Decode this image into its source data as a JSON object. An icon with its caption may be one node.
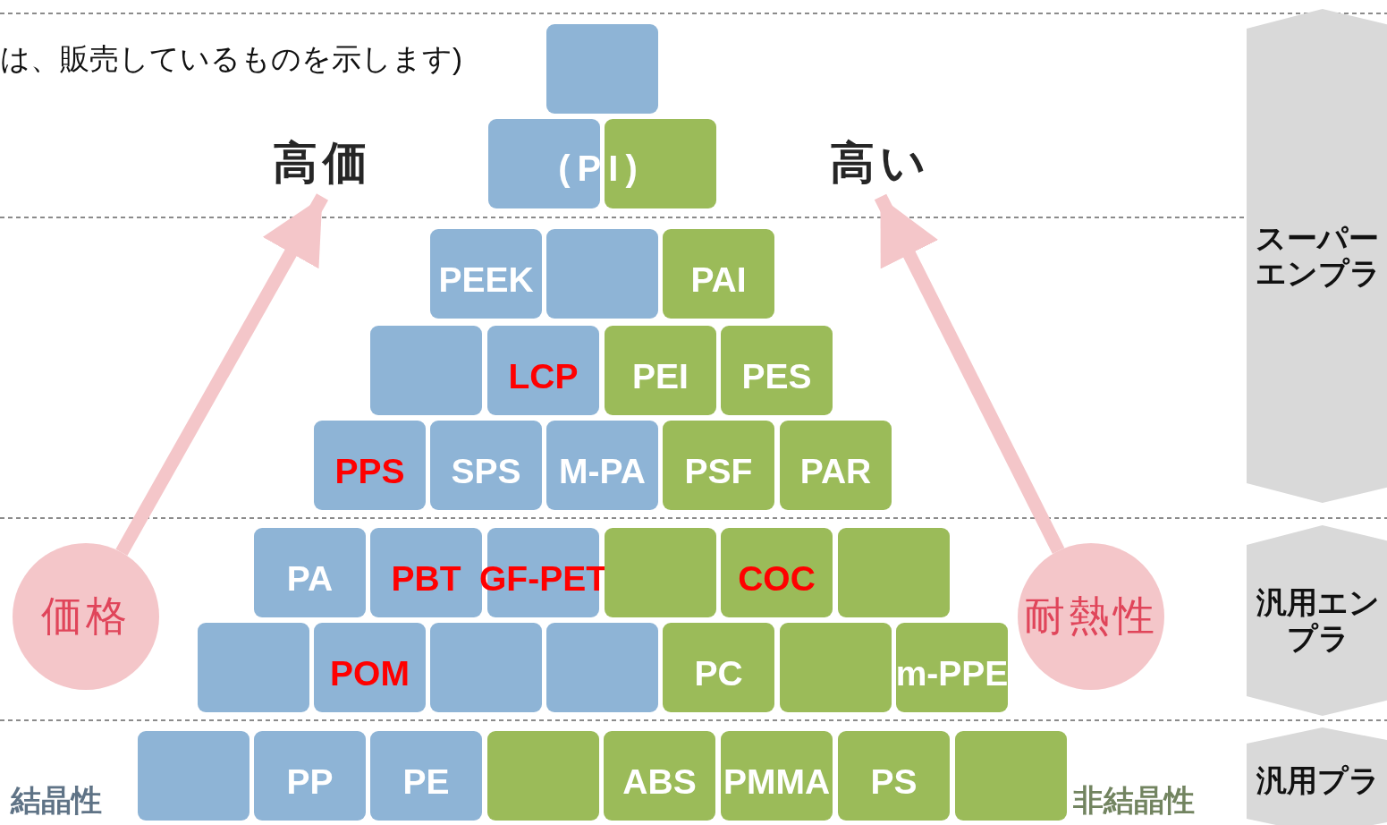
{
  "diagram": {
    "nodes": [
      {
        "text": [],
        "shape": "box"
      },
      {
        "text": [],
        "shape": "box"
      },
      {
        "text": [],
        "shape": "box"
      },
      {
        "text": [
          "高価"
        ]
      },
      {
        "text": [
          "高い"
        ]
      },
      {
        "text": [
          "スーパーエンプラ"
        ]
      },
      {
        "text": [
          "PEEK"
        ]
      },
      {
        "text": [],
        "shape": "box"
      },
      {
        "text": [
          "PAI"
        ]
      },
      {
        "text": [],
        "shape": "box"
      },
      {
        "text": [
          "LCP"
        ]
      },
      {
        "text": [
          "PEI"
        ]
      },
      {
        "text": [
          "PES"
        ]
      },
      {
        "text": [
          "PPS"
        ]
      },
      {
        "text": [
          "SPS"
        ]
      },
      {
        "text": [
          "M-PA"
        ]
      },
      {
        "text": [
          "PSF"
        ]
      },
      {
        "text": [
          "PAR"
        ]
      },
      {
        "text": [
          "PA"
        ]
      },
      {
        "text": [
          "PBT"
        ]
      },
      {
        "text": [
          "GF-PET"
        ]
      },
      {
        "text": [],
        "shape": "box"
      },
      {
        "text": [
          "COC"
        ]
      },
      {
        "text": [],
        "shape": "box"
      },
      {
        "text": [
          "汎用エンプラ"
        ]
      },
      {
        "text": [
          "価格"
        ]
      },
      {
        "text": [
          "耐熱性"
        ]
      },
      {
        "text": [],
        "shape": "box"
      },
      {
        "text": [
          "POM"
        ]
      },
      {
        "text": [],
        "shape": "box"
      },
      {
        "text": [],
        "shape": "box"
      },
      {
        "text": [
          "PC"
        ]
      },
      {
        "text": [],
        "shape": "box"
      },
      {
        "text": [
          "m-PPE"
        ]
      },
      {
        "text": [],
        "shape": "box"
      },
      {
        "text": [
          "PP"
        ]
      },
      {
        "text": [
          "PE"
        ]
      },
      {
        "text": [],
        "shape": "box"
      },
      {
        "text": [
          "ABS"
        ]
      },
      {
        "text": [
          "PMMA"
        ]
      },
      {
        "text": [
          "PS"
        ]
      },
      {
        "text": [],
        "shape": "box"
      },
      {
        "text": [
          "汎用プラ"
        ]
      }
    ],
    "edges": [
      {
        "from": 25,
        "to": 3,
        "arrow": "to",
        "color": "#f4c6c9"
      },
      {
        "from": 26,
        "to": 4,
        "arrow": "to",
        "color": "#f4c6c9"
      }
    ],
    "labels": [
      "は、販売しているものを示します)",
      "(PI)",
      "結晶性",
      "非結晶性"
    ]
  }
}
